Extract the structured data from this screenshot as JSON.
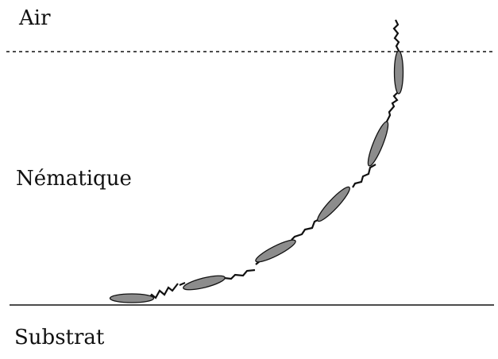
{
  "labels": {
    "air": "Air",
    "nematic": "Nématique",
    "substrate": "Substrat"
  },
  "colors": {
    "molecule_fill": "#8c8c8c",
    "line": "#111111",
    "background": "#ffffff"
  }
}
